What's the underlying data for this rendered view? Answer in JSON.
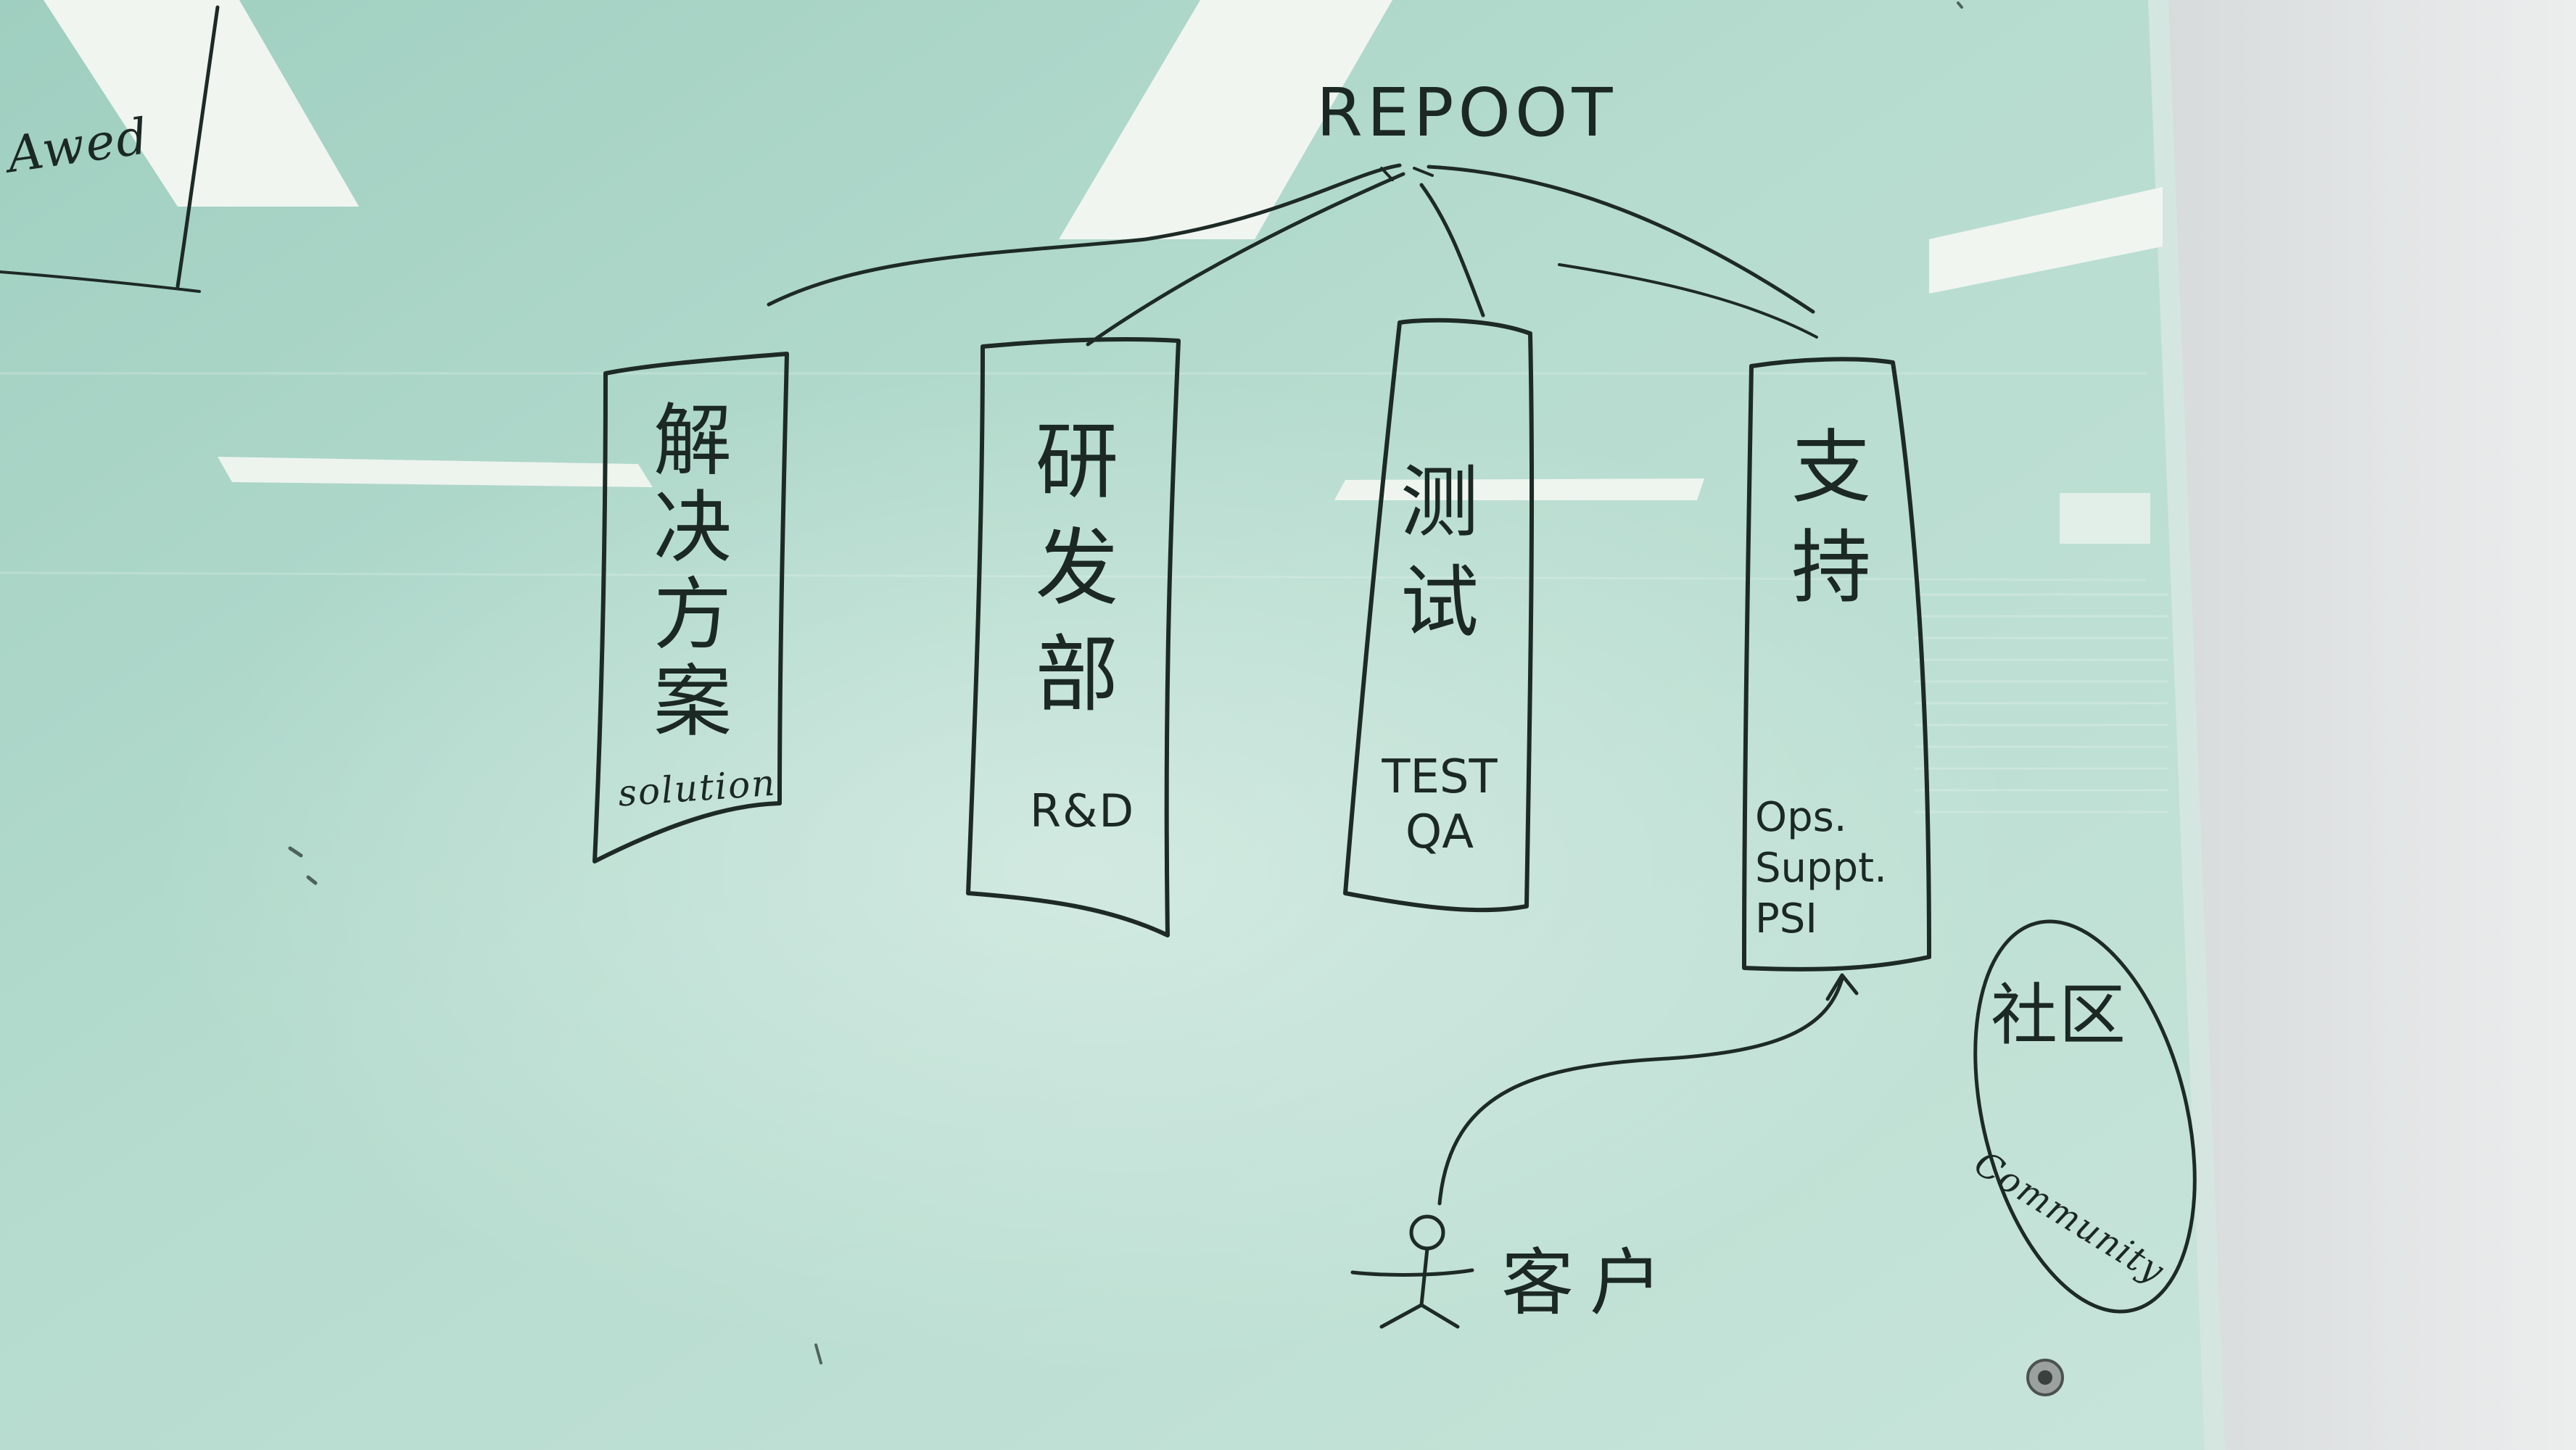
{
  "whiteboard": {
    "corner_note": "Awed",
    "root_label": "REPOOT",
    "columns": [
      {
        "chinese": [
          "解",
          "决",
          "方",
          "案"
        ],
        "english": [
          "solution"
        ]
      },
      {
        "chinese": [
          "研",
          "发",
          "部"
        ],
        "english": [
          "R&D"
        ]
      },
      {
        "chinese": [
          "测",
          "试"
        ],
        "english": [
          "TEST",
          "QA"
        ]
      },
      {
        "chinese": [
          "支",
          "持"
        ],
        "english": [
          "Ops.",
          "Suppt.",
          "PSI"
        ]
      }
    ],
    "community_bubble": {
      "chinese": "社区",
      "english": "Community"
    },
    "customer_label": "客户"
  },
  "colors": {
    "glass": "#b9dcd1",
    "marker_ink": "#1d2a26",
    "wall": "#e4e6e6"
  }
}
